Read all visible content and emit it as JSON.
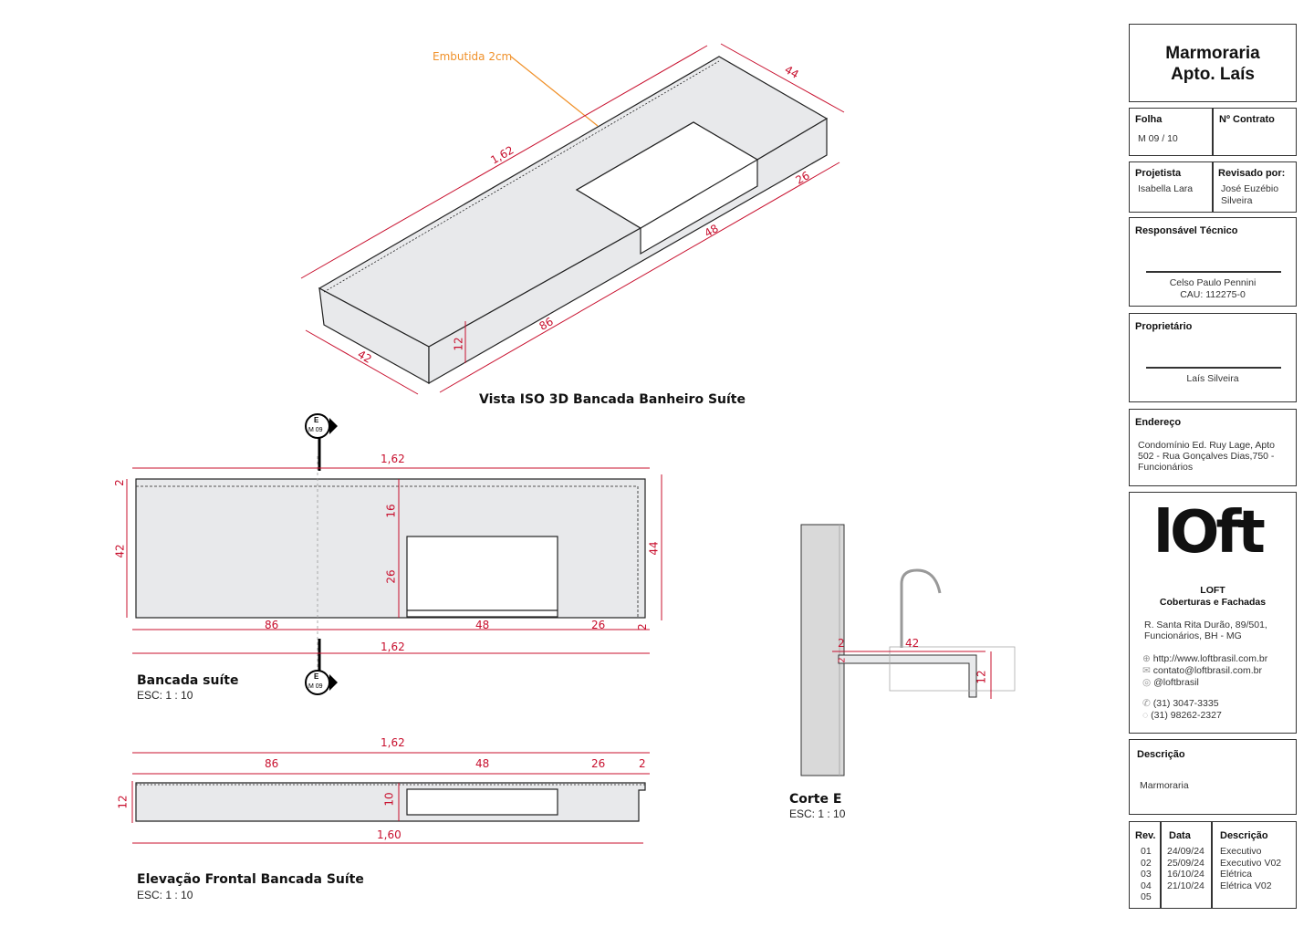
{
  "iso": {
    "title": "Vista ISO 3D Bancada Banheiro Suíte",
    "note": "Embutida 2cm",
    "dims": {
      "length": "1,62",
      "depth_right": "44",
      "depth_left": "42",
      "sink_side": "26",
      "sink_width": "48",
      "front": "86",
      "height": "12"
    }
  },
  "plan": {
    "title": "Bancada suíte",
    "scale": "ESC: 1 : 10",
    "section_mark": "E",
    "section_sheet": "M 09",
    "dims": {
      "top": "1,62",
      "bottom": "1,62",
      "left": "42",
      "right": "44",
      "edge": "2",
      "d16": "16",
      "d26v": "26",
      "d86": "86",
      "d48": "48",
      "d26": "26",
      "d2": "2"
    }
  },
  "elev": {
    "title": "Elevação Frontal Bancada Suíte",
    "scale": "ESC: 1 : 10",
    "dims": {
      "top": "1,62",
      "d86": "86",
      "d48": "48",
      "d26": "26",
      "d2": "2",
      "h12": "12",
      "h10": "10",
      "bottom": "1,60"
    }
  },
  "section": {
    "title": "Corte E",
    "scale": "ESC: 1 : 10",
    "dims": {
      "d2": "2",
      "d42": "42",
      "d12": "12",
      "d2b": "2"
    }
  },
  "titleblock": {
    "project": "Marmoraria",
    "project2": "Apto. Laís",
    "folha_label": "Folha",
    "folha": "M 09 / 10",
    "contrato_label": "Nº Contrato",
    "projetista_label": "Projetista",
    "projetista": "Isabella Lara",
    "revisado_label": "Revisado por:",
    "revisado": "José Euzébio Silveira",
    "resp_label": "Responsável Técnico",
    "resp_name": "Celso Paulo Pennini",
    "resp_cau": "CAU: 112275-0",
    "prop_label": "Proprietário",
    "prop_name": "Laís Silveira",
    "end_label": "Endereço",
    "endereco": "Condomínio Ed. Ruy Lage, Apto 502 - Rua Gonçalves Dias,750 - Funcionários",
    "logo": "loft",
    "company": "LOFT",
    "company_sub": "Coberturas e Fachadas",
    "address": "R. Santa Rita Durão, 89/501, Funcionários, BH - MG",
    "site": "http://www.loftbrasil.com.br",
    "email": "contato@loftbrasil.com.br",
    "insta": "@loftbrasil",
    "phone": "(31) 3047-3335",
    "whatsapp": "(31) 98262-2327",
    "desc_label": "Descrição",
    "desc": "Marmoraria",
    "rev_headers": [
      "Rev.",
      "Data",
      "Descrição"
    ],
    "revisions": [
      {
        "rev": "01",
        "date": "24/09/24",
        "desc": "Executivo"
      },
      {
        "rev": "02",
        "date": "25/09/24",
        "desc": "Executivo V02"
      },
      {
        "rev": "03",
        "date": "16/10/24",
        "desc": "Elétrica"
      },
      {
        "rev": "04",
        "date": "21/10/24",
        "desc": "Elétrica V02"
      },
      {
        "rev": "05",
        "date": "",
        "desc": ""
      }
    ]
  },
  "colors": {
    "dim": "#c8102e",
    "note": "#f0912a",
    "fill": "#e8e9eb"
  }
}
